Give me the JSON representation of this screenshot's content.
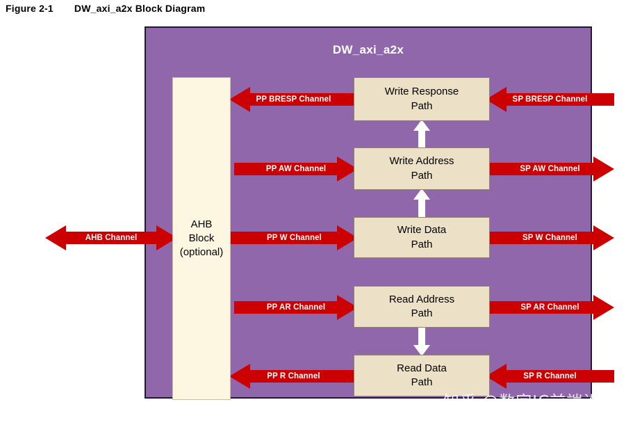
{
  "figure": {
    "number": "Figure 2-1",
    "title": "DW_axi_a2x Block Diagram"
  },
  "diagram": {
    "title": "DW_axi_a2x",
    "background_color": "#9167ac",
    "border_color": "#1b1b2b",
    "arrow_color": "#cc0000",
    "connector_color": "#ffffff",
    "block_fill": "#ece0c6",
    "ahb_block_fill": "#fdf6e0"
  },
  "blocks": {
    "ahb": {
      "line1": "AHB",
      "line2": "Block",
      "line3": "(optional)"
    },
    "write_response": {
      "line1": "Write Response",
      "line2": "Path"
    },
    "write_address": {
      "line1": "Write Address",
      "line2": "Path"
    },
    "write_data": {
      "line1": "Write Data",
      "line2": "Path"
    },
    "read_address": {
      "line1": "Read Address",
      "line2": "Path"
    },
    "read_data": {
      "line1": "Read Data",
      "line2": "Path"
    }
  },
  "channels": {
    "ahb": "AHB Channel",
    "pp_bresp": "PP BRESP Channel",
    "sp_bresp": "SP BRESP Channel",
    "pp_aw": "PP AW Channel",
    "sp_aw": "SP AW Channel",
    "pp_w": "PP W Channel",
    "sp_w": "SP W Channel",
    "pp_ar": "PP AR Channel",
    "sp_ar": "SP AR Channel",
    "pp_r": "PP R Channel",
    "sp_r": "SP R Channel"
  },
  "watermark": {
    "text": "知乎 @数字IC前端设计"
  }
}
